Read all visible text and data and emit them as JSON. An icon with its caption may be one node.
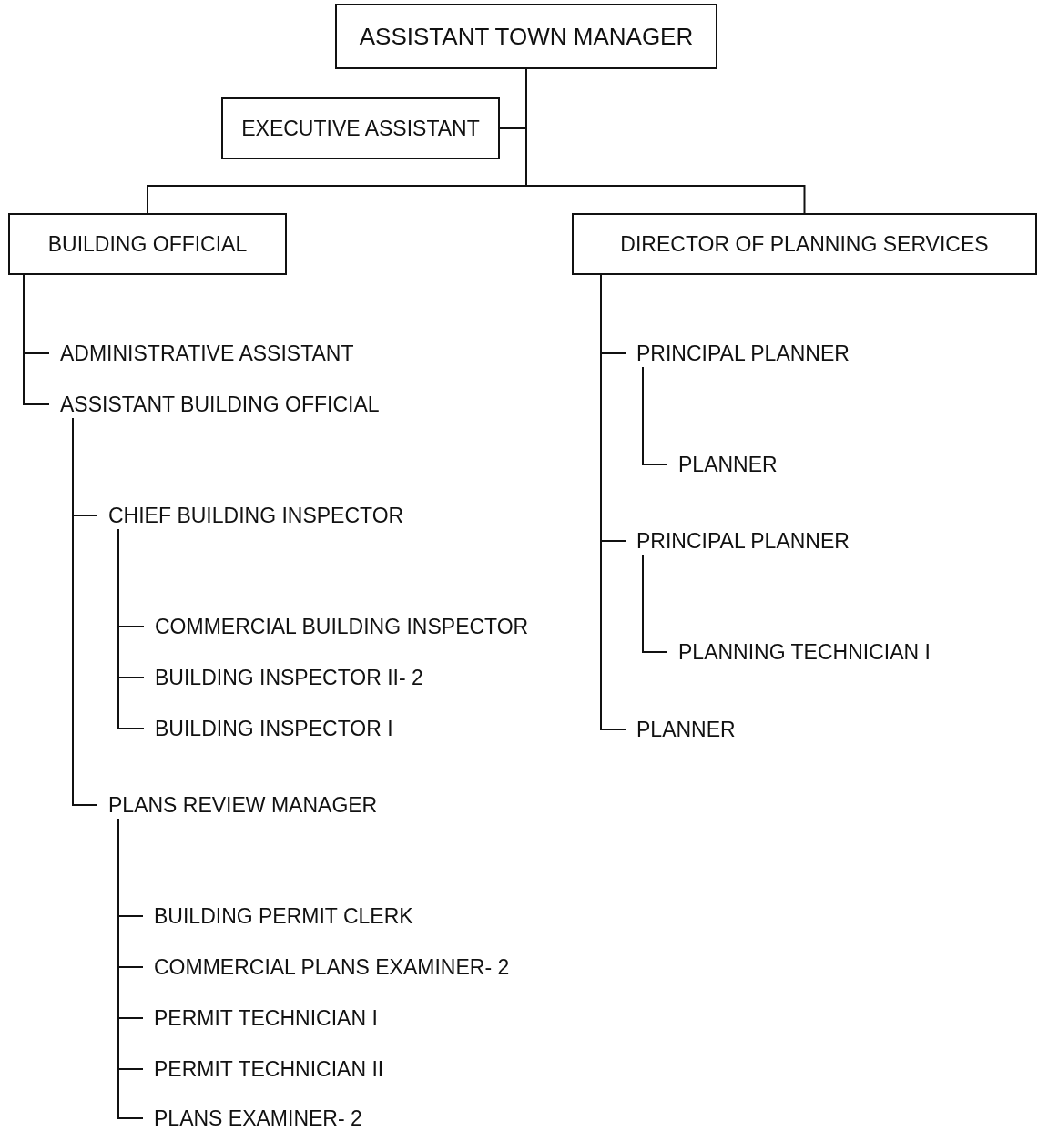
{
  "diagram": {
    "nodes": [
      {
        "text": [
          "ASSISTANT TOWN MANAGER"
        ]
      },
      {
        "text": [
          "EXECUTIVE ASSISTANT"
        ]
      },
      {
        "text": [
          "BUILDING OFFICIAL"
        ]
      },
      {
        "text": [
          "DIRECTOR OF PLANNING SERVICES"
        ]
      },
      {
        "text": [
          "ADMINISTRATIVE ASSISTANT"
        ]
      },
      {
        "text": [
          "ASSISTANT BUILDING OFFICIAL"
        ]
      },
      {
        "text": [
          "CHIEF BUILDING INSPECTOR"
        ]
      },
      {
        "text": [
          "COMMERCIAL BUILDING INSPECTOR"
        ]
      },
      {
        "text": [
          "BUILDING INSPECTOR II- 2"
        ]
      },
      {
        "text": [
          "BUILDING INSPECTOR I"
        ]
      },
      {
        "text": [
          "PLANS REVIEW MANAGER"
        ]
      },
      {
        "text": [
          "BUILDING PERMIT CLERK"
        ]
      },
      {
        "text": [
          "COMMERCIAL PLANS EXAMINER- 2"
        ]
      },
      {
        "text": [
          "PERMIT TECHNICIAN I"
        ]
      },
      {
        "text": [
          "PERMIT TECHNICIAN II"
        ]
      },
      {
        "text": [
          "PLANS EXAMINER- 2"
        ]
      },
      {
        "text": [
          "PRINCIPAL PLANNER"
        ]
      },
      {
        "text": [
          "PLANNER"
        ]
      },
      {
        "text": [
          "PRINCIPAL PLANNER"
        ]
      },
      {
        "text": [
          "PLANNING TECHNICIAN I"
        ]
      },
      {
        "text": [
          "PLANNER"
        ]
      }
    ],
    "edges": [
      {
        "from": 0,
        "to": 1,
        "arrow": "none"
      },
      {
        "from": 0,
        "to": 2,
        "arrow": "none"
      },
      {
        "from": 0,
        "to": 3,
        "arrow": "none"
      },
      {
        "from": 2,
        "to": 4,
        "arrow": "none"
      },
      {
        "from": 2,
        "to": 5,
        "arrow": "none"
      },
      {
        "from": 5,
        "to": 6,
        "arrow": "none"
      },
      {
        "from": 5,
        "to": 10,
        "arrow": "none"
      },
      {
        "from": 6,
        "to": 7,
        "arrow": "none"
      },
      {
        "from": 6,
        "to": 8,
        "arrow": "none"
      },
      {
        "from": 6,
        "to": 9,
        "arrow": "none"
      },
      {
        "from": 10,
        "to": 11,
        "arrow": "none"
      },
      {
        "from": 10,
        "to": 12,
        "arrow": "none"
      },
      {
        "from": 10,
        "to": 13,
        "arrow": "none"
      },
      {
        "from": 10,
        "to": 14,
        "arrow": "none"
      },
      {
        "from": 10,
        "to": 15,
        "arrow": "none"
      },
      {
        "from": 3,
        "to": 16,
        "arrow": "none"
      },
      {
        "from": 3,
        "to": 18,
        "arrow": "none"
      },
      {
        "from": 3,
        "to": 20,
        "arrow": "none"
      },
      {
        "from": 16,
        "to": 17,
        "arrow": "none"
      },
      {
        "from": 18,
        "to": 19,
        "arrow": "none"
      }
    ]
  }
}
